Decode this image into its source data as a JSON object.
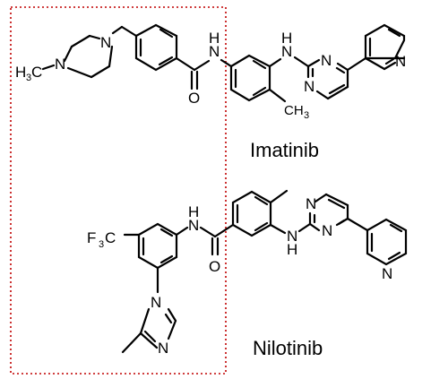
{
  "imatinib": {
    "name": "Imatinib",
    "atoms": {
      "methyl_h": "H",
      "methyl_3": "3",
      "methyl_c": "C",
      "n1": "N",
      "n2": "N",
      "amide_n": "N",
      "amide_h": "H",
      "carbonyl_o": "O",
      "amine_n": "N",
      "amine_h": "H",
      "pyrimidine_n1": "N",
      "pyrimidine_n2": "N",
      "pyridine_n": "N",
      "ch3": "CH",
      "ch3_sub": "3"
    }
  },
  "nilotinib": {
    "name": "Nilotinib",
    "atoms": {
      "cf3_f": "F",
      "cf3_sub": "3",
      "cf3_c": "C",
      "amide_n": "N",
      "amide_h": "H",
      "carbonyl_o": "O",
      "amine_n": "N",
      "amine_h": "H",
      "pyrimidine_n1": "N",
      "pyrimidine_n2": "N",
      "pyridine_n": "N",
      "imidazole_n1": "N",
      "imidazole_n2": "N"
    }
  },
  "highlight_color": "#c00000"
}
